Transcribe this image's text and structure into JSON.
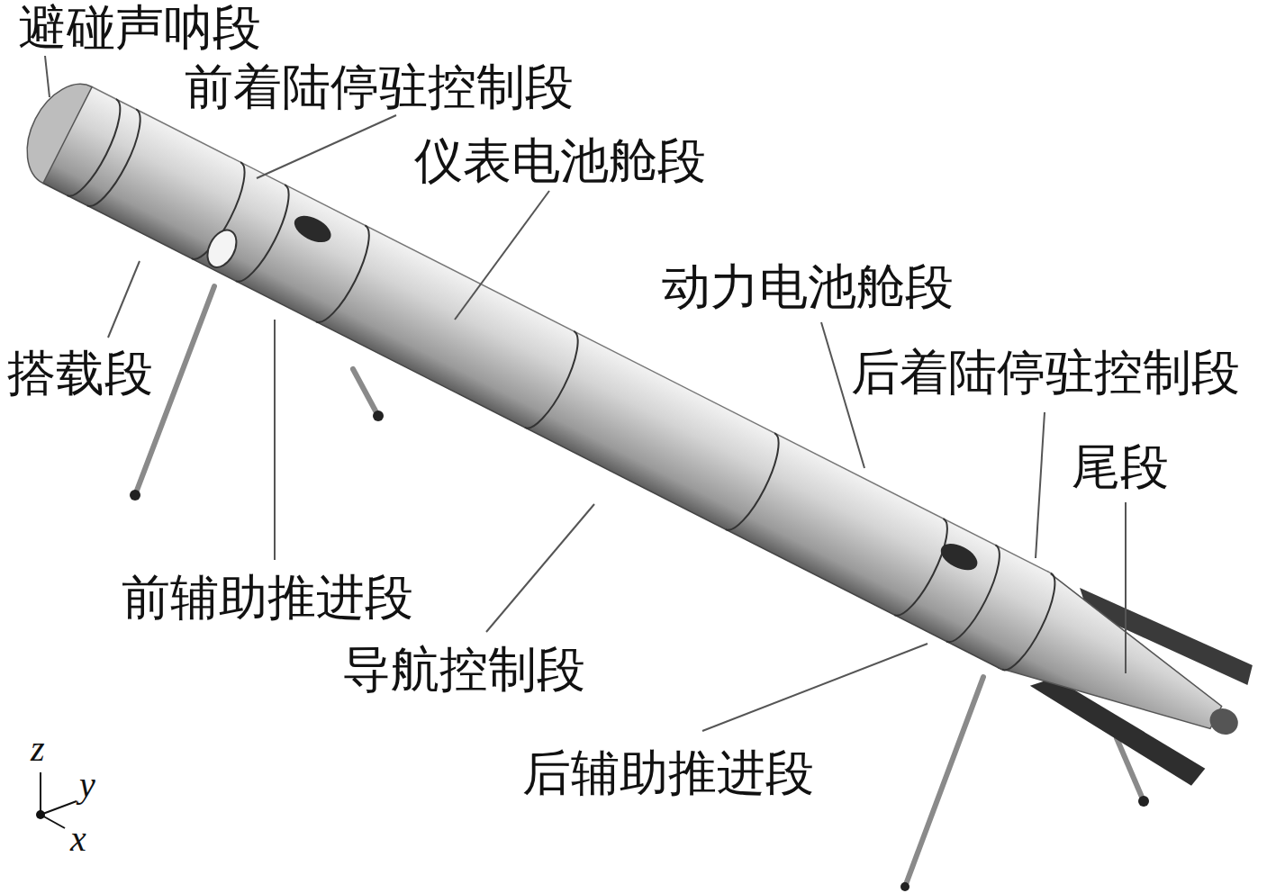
{
  "diagram": {
    "labels": [
      "避碰声呐段",
      "前着陆停驻控制段",
      "仪表电池舱段",
      "动力电池舱段",
      "后着陆停驻控制段",
      "搭载段",
      "尾段",
      "前辅助推进段",
      "导航控制段",
      "后辅助推进段",
      "z",
      "y",
      "x"
    ]
  }
}
